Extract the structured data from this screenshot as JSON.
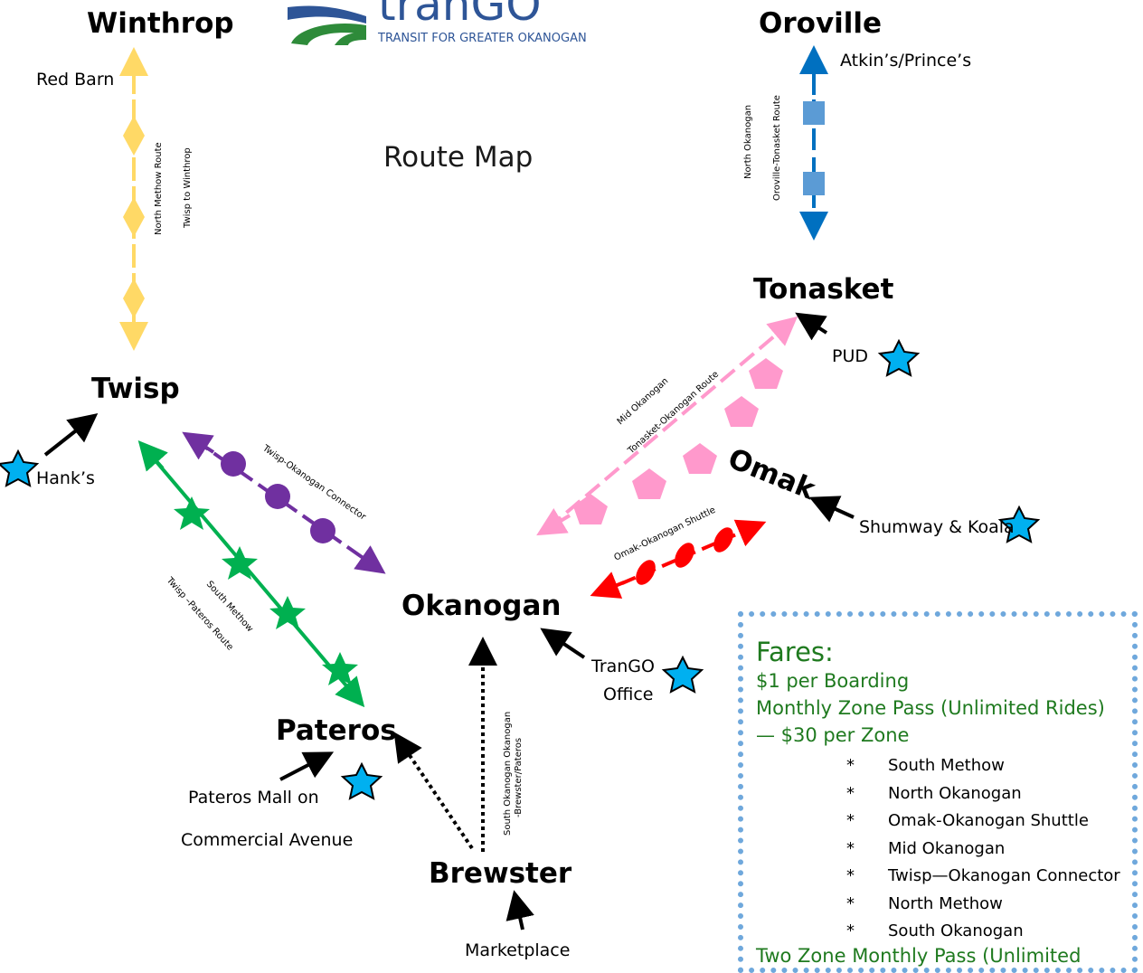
{
  "logo": {
    "wordmark": "tranGO",
    "tagline": "TRANSIT FOR GREATER OKANOGAN"
  },
  "map_title": "Route Map",
  "towns": {
    "winthrop": "Winthrop",
    "oroville": "Oroville",
    "tonasket": "Tonasket",
    "twisp": "Twisp",
    "omak": "Omak",
    "okanogan": "Okanogan",
    "pateros": "Pateros",
    "brewster": "Brewster"
  },
  "stops": {
    "red_barn": "Red Barn",
    "atkins": "Atkin’s/Prince’s",
    "pud": "PUD",
    "hanks": "Hank’s",
    "shumway": "Shumway & Koala",
    "trango_office_1": "TranGO",
    "trango_office_2": "Office",
    "pateros_mall_1": "Pateros Mall  on",
    "pateros_mall_2": "Commercial  Avenue",
    "marketplace": "Marketplace"
  },
  "routes": {
    "north_methow_1": "North Methow Route",
    "north_methow_2": "Twisp to Winthrop",
    "north_okanogan_1": "North Okanogan",
    "north_okanogan_2": "Oroville-Tonasket Route",
    "mid_okanogan_1": "Mid Okanogan",
    "mid_okanogan_2": "Tonasket-Okanogan Route",
    "twisp_okanogan": "Twisp-Okanogan Connector",
    "omak_shuttle": "Omak-Okanogan Shuttle",
    "south_methow_1": "South Methow",
    "south_methow_2": "Twisp –Pateros Route",
    "south_okanogan_1": "South Okanogan Okanogan",
    "south_okanogan_2": "-Brewster/Pateros"
  },
  "colors": {
    "north_methow": "#ffd966",
    "north_okanogan": "#0070c0",
    "mid_okanogan": "#ff99cc",
    "twisp_okanogan": "#7030a0",
    "omak_shuttle": "#ff0000",
    "south_methow": "#00b050",
    "office_star": "#00b0f0",
    "fares_text": "#1f7a1f",
    "fares_border": "#6fa8dc"
  },
  "fares": {
    "title": "Fares:",
    "per_boarding": "$1 per Boarding",
    "monthly_pass_1": "Monthly  Zone Pass (Unlimited Rides)",
    "monthly_pass_2": "— $30 per Zone",
    "bullet": "*",
    "zones": [
      "South Methow",
      "North Okanogan",
      "Omak-Okanogan Shuttle",
      "Mid Okanogan",
      "Twisp—Okanogan Connector",
      "North Methow",
      "South Okanogan"
    ],
    "two_zone_pass": "Two Zone Monthly Pass (Unlimited"
  }
}
